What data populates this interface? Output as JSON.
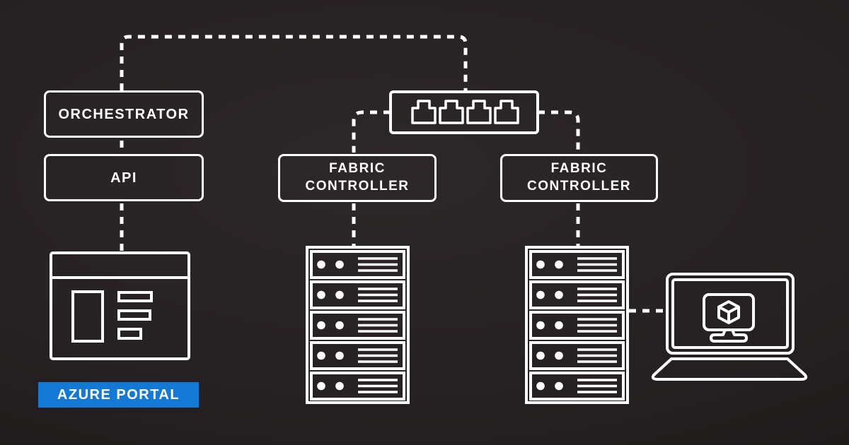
{
  "colors": {
    "background": "#221d1d",
    "line": "#ffffff",
    "accent_blue": "#1379d4",
    "text": "#ffffff"
  },
  "nodes": {
    "orchestrator": {
      "label": "ORCHESTRATOR"
    },
    "api": {
      "label": "API"
    },
    "fabric_controller_left": {
      "lines": [
        "FABRIC",
        "CONTROLLER"
      ]
    },
    "fabric_controller_right": {
      "lines": [
        "FABRIC",
        "CONTROLLER"
      ]
    },
    "azure_portal": {
      "label": "AZURE PORTAL"
    }
  },
  "icons": [
    {
      "name": "network-switch-icon"
    },
    {
      "name": "browser-window-icon"
    },
    {
      "name": "server-rack-icon-left"
    },
    {
      "name": "server-rack-icon-right"
    },
    {
      "name": "laptop-vm-icon"
    }
  ]
}
